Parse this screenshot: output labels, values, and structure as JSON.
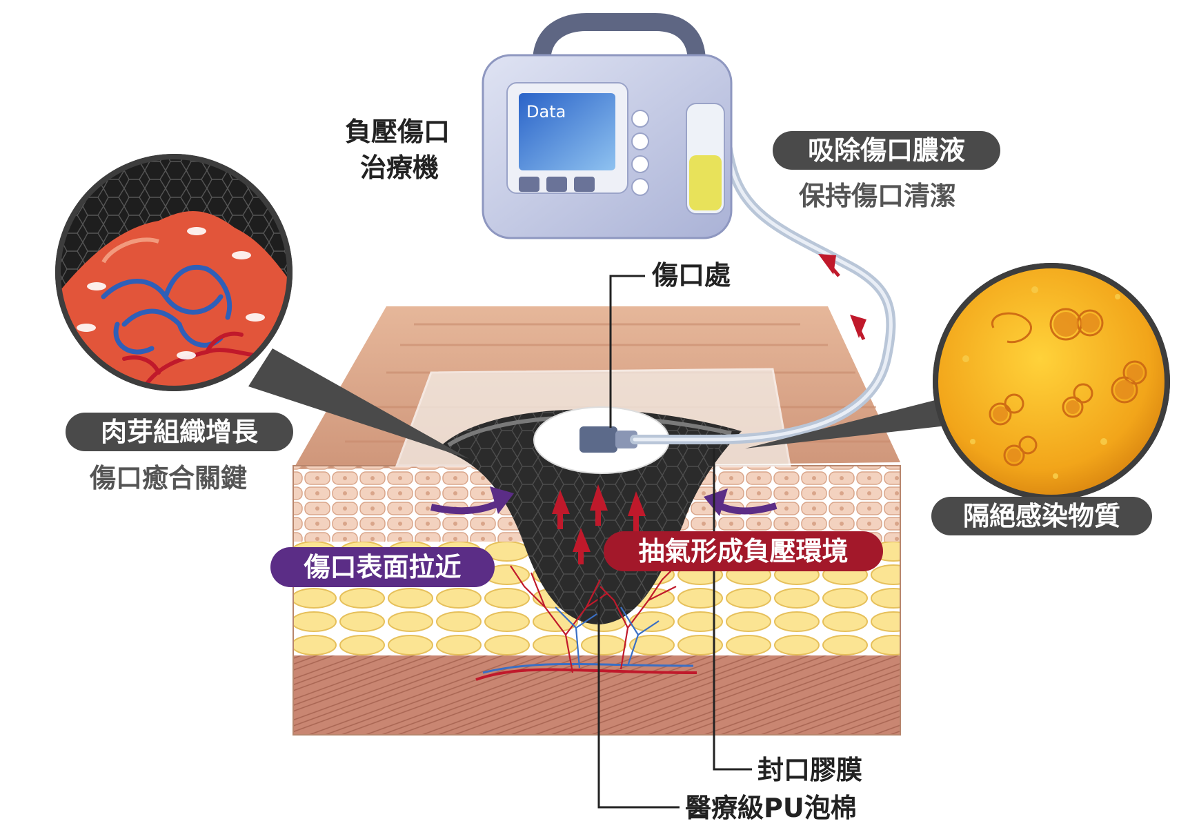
{
  "device": {
    "name_line1": "負壓傷口",
    "name_line2": "治療機",
    "screen_text": "Data"
  },
  "labels": {
    "wound_site": "傷口處",
    "sealing_film": "封口膠膜",
    "pu_foam": "醫療級PU泡棉"
  },
  "callouts": {
    "suction_title": "吸除傷口膿液",
    "suction_sub": "保持傷口清潔",
    "granulation_title": "肉芽組織增長",
    "granulation_sub": "傷口癒合關鍵",
    "infection_title": "隔絕感染物質",
    "wound_pull": "傷口表面拉近",
    "negative_pressure": "抽氣形成負壓環境"
  },
  "colors": {
    "pill_dark": "#4a4a4a",
    "pill_purple": "#5b2d86",
    "pill_red": "#a3182a",
    "arrow_purple": "#5b2d86",
    "arrow_red": "#c0192b",
    "skin": "#d9a384",
    "fat": "#f5d77a",
    "muscle": "#c98672",
    "foam": "#2b2b2b",
    "device": "#c7cde6",
    "bacteria_zoom": "#f2a51a"
  },
  "icons": [
    "device-icon",
    "bacteria-zoom-icon",
    "blood-vessel-zoom-icon",
    "tube-icon",
    "arrow-icon"
  ]
}
